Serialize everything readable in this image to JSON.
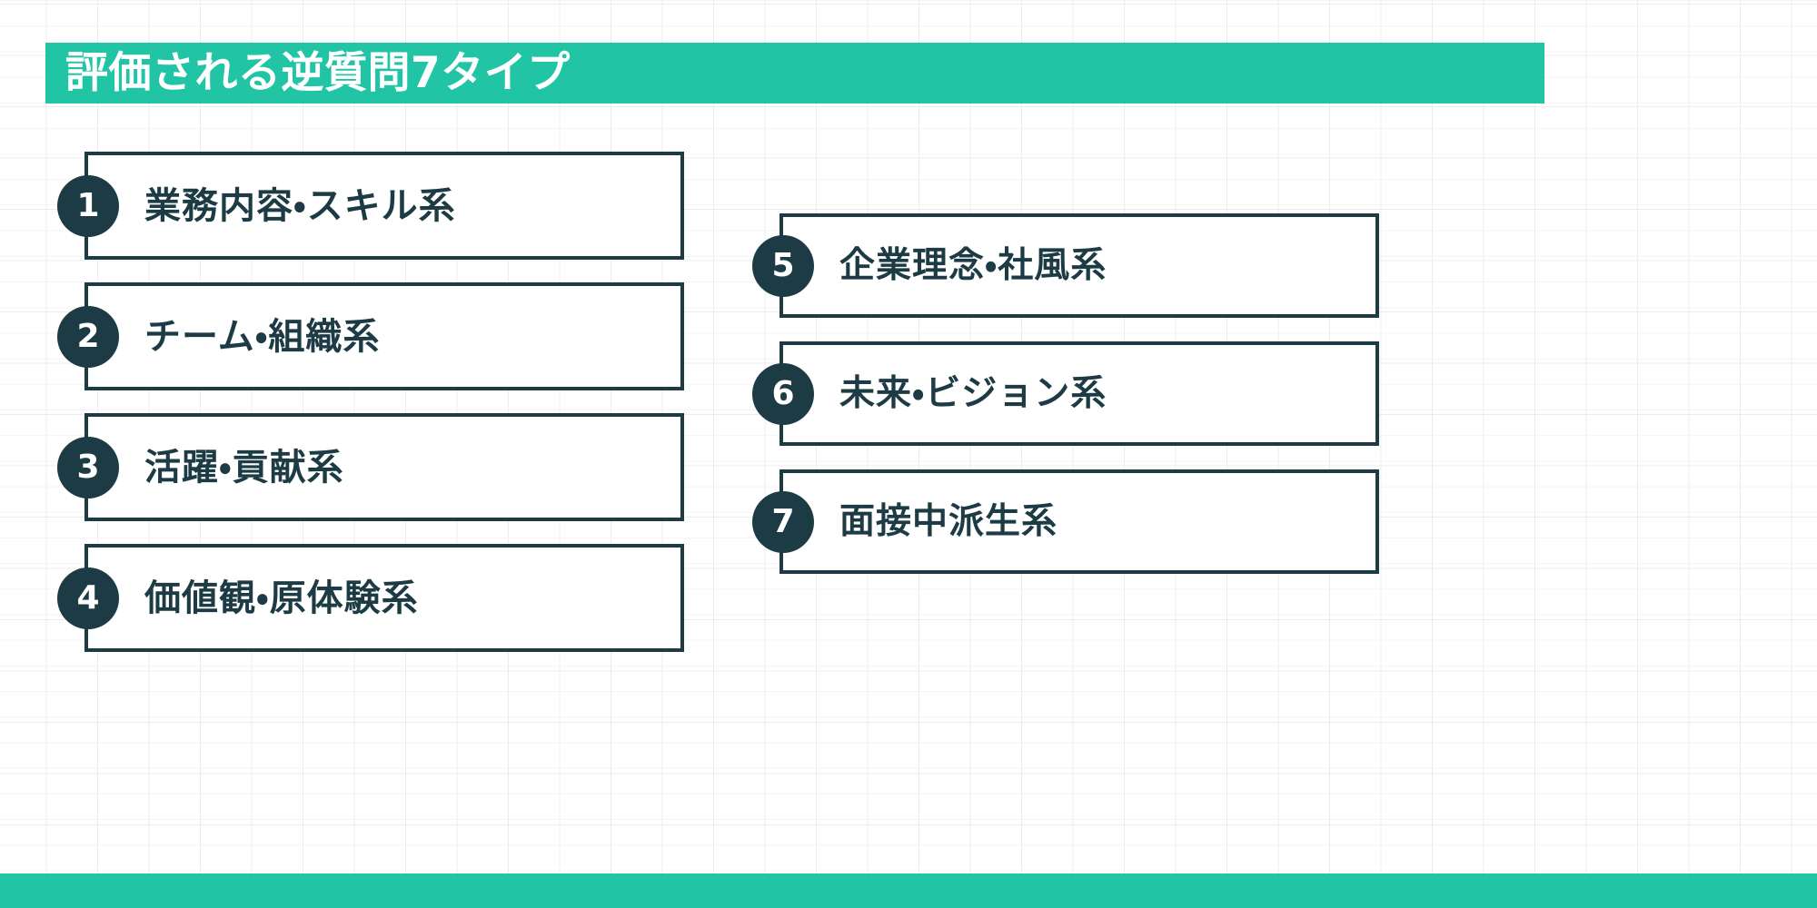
{
  "header": {
    "title": "評価される逆質問7タイプ",
    "band_color": "#21c4a4",
    "title_color": "#ffffff"
  },
  "theme": {
    "accent": "#21c4a4",
    "ink": "#1d3b44",
    "background": "#ffffff",
    "grid_line": "#ececec"
  },
  "left_column": {
    "items": [
      {
        "number": "1",
        "label": "業務内容・スキル系"
      },
      {
        "number": "2",
        "label": "チーム・組織系"
      },
      {
        "number": "3",
        "label": "活躍・貢献系"
      },
      {
        "number": "4",
        "label": "価値観・原体験系"
      }
    ]
  },
  "right_column": {
    "items": [
      {
        "number": "5",
        "label": "企業理念・社風系"
      },
      {
        "number": "6",
        "label": "未来・ビジョン系"
      },
      {
        "number": "7",
        "label": "面接中派生系"
      }
    ]
  },
  "footer": {
    "band_color": "#21c4a4"
  }
}
